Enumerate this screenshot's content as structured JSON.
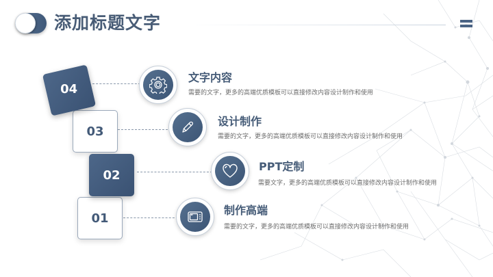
{
  "header": {
    "title": "添加标题文字",
    "toggle_icon": "toggle-switch-icon",
    "menu_icon": "hamburger-menu-icon"
  },
  "colors": {
    "primary": "#425a7a",
    "title_text": "#485c76",
    "desc_text": "#6d6d6d",
    "background": "#ffffff"
  },
  "items": [
    {
      "number": "04",
      "title": "文字内容",
      "desc": "需要的文字，更多的高端优质模板可以直接修改内容设计制作和使用",
      "icon": "gear-icon",
      "box_style": "dark"
    },
    {
      "number": "03",
      "title": "设计制作",
      "desc": "需要的文字，更多的高端优质模板可以直接修改内容设计制作和使用",
      "icon": "pencil-icon",
      "box_style": "light"
    },
    {
      "number": "02",
      "title": "PPT定制",
      "desc": "需要文字，更多的高端优质模板可以直接修改内容设计制作和使用",
      "icon": "heart-icon",
      "box_style": "dark"
    },
    {
      "number": "01",
      "title": "制作高端",
      "desc": "需要的文字，更多的高端优质模板可以直接修改内容设计制作和使用",
      "icon": "tv-icon",
      "box_style": "light"
    }
  ]
}
